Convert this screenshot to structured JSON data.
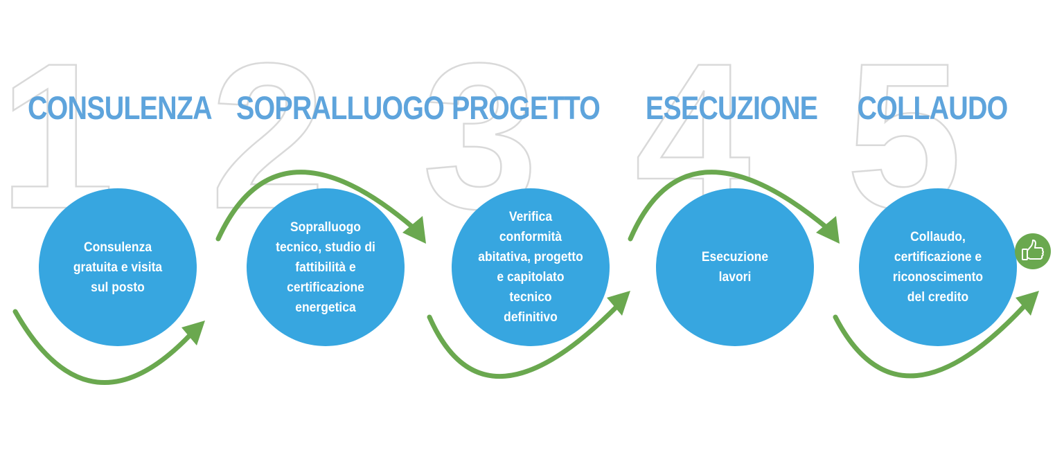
{
  "steps": [
    {
      "number": "1",
      "title": "CONSULENZA",
      "description": "Consulenza\ngratuita e visita\nsul posto"
    },
    {
      "number": "2",
      "title": "SOPRALLUOGO",
      "description": "Sopralluogo\ntecnico, studio di\nfattibilità e\ncertificazione\nenergetica"
    },
    {
      "number": "3",
      "title": "PROGETTO",
      "description": "Verifica\nconformità\nabitativa, progetto\ne capitolato\ntecnico\ndefinitivo"
    },
    {
      "number": "4",
      "title": "ESECUZIONE",
      "description": "Esecuzione\nlavori"
    },
    {
      "number": "5",
      "title": "COLLAUDO",
      "description": "Collaudo,\ncertificazione e\nriconoscimento\ndel credito"
    }
  ],
  "final_icon": "thumbs-up-icon",
  "colors": {
    "circle": "#37a6e0",
    "title": "#5ea4dc",
    "arrow": "#6aa84f",
    "number_outline": "#d9d9d9"
  }
}
